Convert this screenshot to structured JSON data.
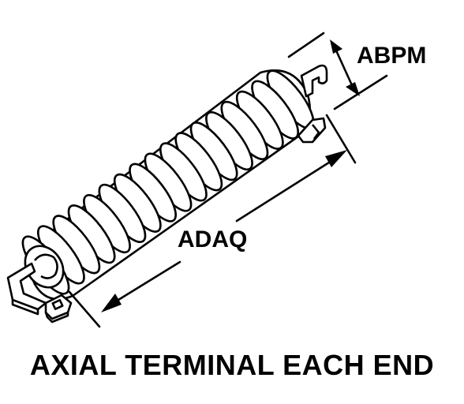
{
  "diagram": {
    "labels": {
      "diameter": "ABPM",
      "length": "ADAQ"
    },
    "caption": "AXIAL TERMINAL EACH END",
    "colors": {
      "ink": "#000000",
      "paper": "#ffffff"
    }
  }
}
